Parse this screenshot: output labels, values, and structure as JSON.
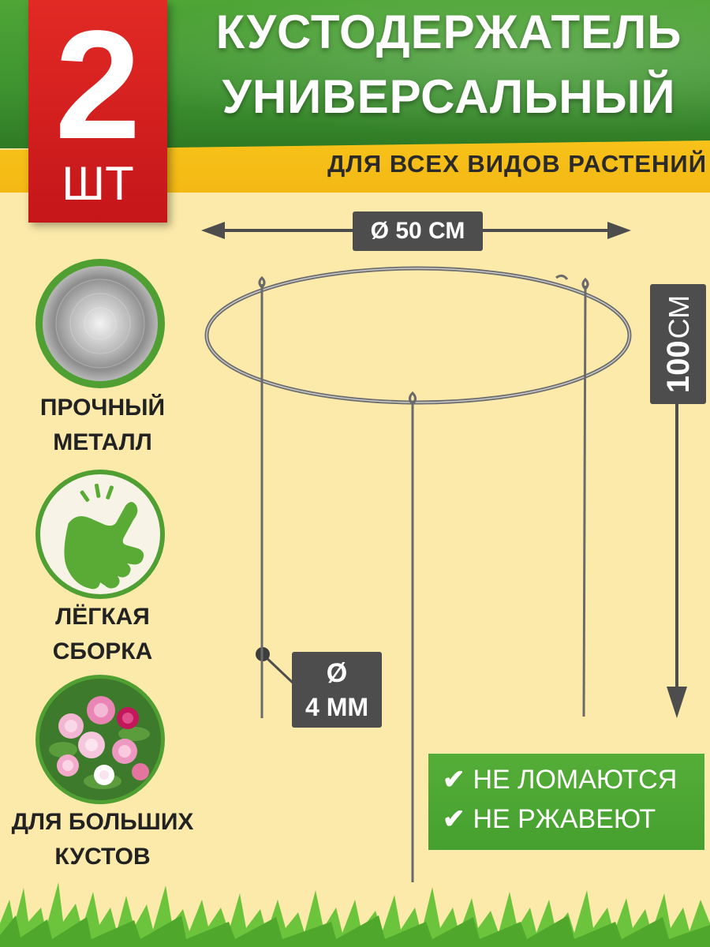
{
  "header": {
    "title_line1": "КУСТОДЕРЖАТЕЛЬ",
    "title_line2": "УНИВЕРСАЛЬНЫЙ",
    "subtitle": "ДЛЯ ВСЕХ ВИДОВ РАСТЕНИЙ"
  },
  "badge": {
    "quantity": "2",
    "unit": "ШТ",
    "color": "#d81f1f"
  },
  "features": [
    {
      "label_line1": "ПРОЧНЫЙ",
      "label_line2": "МЕТАЛЛ",
      "icon": "metal-disc-icon"
    },
    {
      "label_line1": "ЛЁГКАЯ",
      "label_line2": "СБОРКА",
      "icon": "hand-snap-icon"
    },
    {
      "label_line1": "ДЛЯ БОЛЬШИХ",
      "label_line2": "КУСТОВ",
      "icon": "peony-flowers-icon"
    }
  ],
  "dimensions": {
    "diameter": "Ø 50 СМ",
    "height_value": "100",
    "height_unit": "СМ",
    "wire_symbol": "Ø",
    "wire_value": "4 ММ"
  },
  "claims": [
    {
      "check": "✔",
      "text": "НЕ ЛОМАЮТСЯ"
    },
    {
      "check": "✔",
      "text": "НЕ РЖАВЕЮТ"
    }
  ],
  "colors": {
    "background": "#fbeaa9",
    "header_green": "#46a02f",
    "header_yellow": "#f6bf18",
    "label_gray": "#4d4d4d",
    "grass_green": "#6cc43c"
  }
}
